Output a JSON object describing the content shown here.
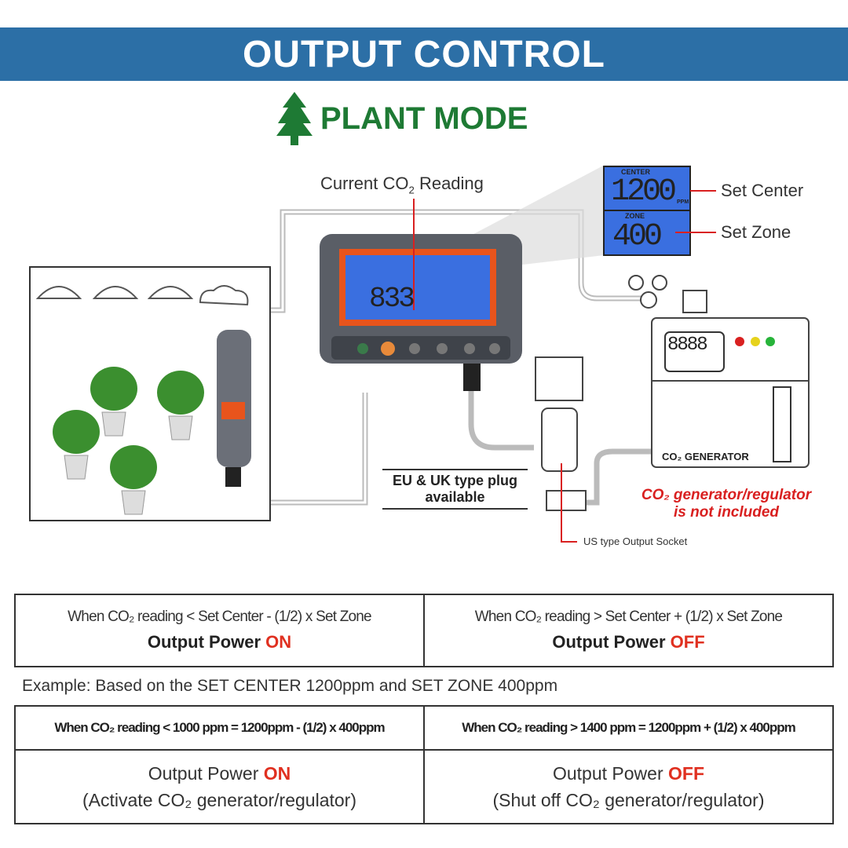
{
  "header": {
    "title": "OUTPUT CONTROL"
  },
  "mode": {
    "icon": "tree-icon",
    "label": "PLANT MODE",
    "color": "#1e7a34"
  },
  "diagram": {
    "current_reading_label_pre": "Current CO",
    "current_reading_label_post": " Reading",
    "set_center_label": "Set Center",
    "set_zone_label": "Set Zone",
    "lcd": {
      "center_caption": "CENTER",
      "center_value": "1200",
      "zone_caption": "ZONE",
      "zone_value": "400",
      "unit": "PPM",
      "current_value": "833"
    },
    "generator": {
      "display": "8888",
      "label": "CO₂ GENERATOR"
    },
    "plug_note_line1": "EU & UK type plug",
    "plug_note_line2": "available",
    "not_included_line1": "CO₂ generator/regulator",
    "not_included_line2": "is not included",
    "socket_label": "US type Output Socket"
  },
  "rule_table": {
    "left": {
      "condition": "When CO₂ reading < Set Center - (1/2) x Set Zone",
      "output_prefix": "Output Power ",
      "output_state": "ON"
    },
    "right": {
      "condition": "When CO₂ reading > Set Center + (1/2) x Set Zone",
      "output_prefix": "Output Power ",
      "output_state": "OFF"
    }
  },
  "example": {
    "text": "Example: Based on the SET CENTER 1200ppm and SET ZONE 400ppm"
  },
  "example_table": {
    "left": {
      "condition": "When CO₂ reading < 1000 ppm = 1200ppm - (1/2) x 400ppm",
      "output_prefix": "Output Power ",
      "output_state": "ON",
      "action": "(Activate CO₂ generator/regulator)"
    },
    "right": {
      "condition": "When CO₂ reading > 1400 ppm = 1200ppm + (1/2) x 400ppm",
      "output_prefix": "Output Power ",
      "output_state": "OFF",
      "action": "(Shut off CO₂ generator/regulator)"
    }
  },
  "colors": {
    "banner": "#2c6fa6",
    "accent_red": "#e03020",
    "lcd_blue": "#3a6fe0"
  }
}
